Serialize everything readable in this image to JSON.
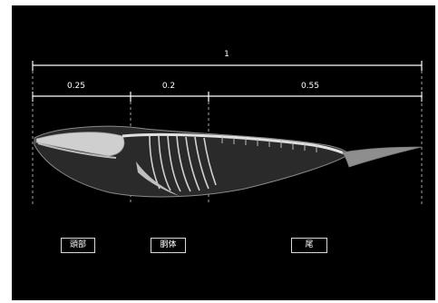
{
  "proportions": {
    "total": "1",
    "head": "0.25",
    "trunk": "0.2",
    "tail": "0.55"
  },
  "sections": {
    "head": "頭部",
    "trunk": "胴体",
    "tail": "尾"
  },
  "colors": {
    "background": "#000000",
    "lines": "#ffffff"
  }
}
